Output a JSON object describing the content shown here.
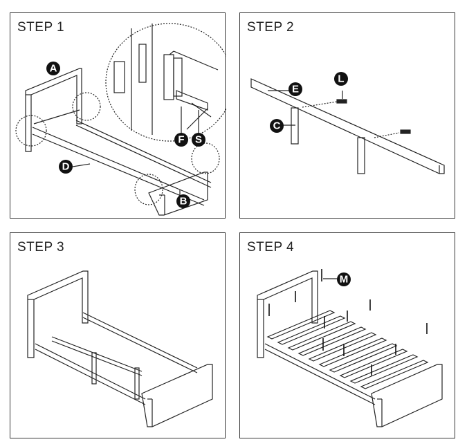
{
  "steps": [
    {
      "title": "STEP 1",
      "labels": {
        "a": "A",
        "b": "B",
        "d": "D",
        "f": "F",
        "s": "S"
      }
    },
    {
      "title": "STEP 2",
      "labels": {
        "e": "E",
        "l": "L",
        "c": "C"
      }
    },
    {
      "title": "STEP 3"
    },
    {
      "title": "STEP 4",
      "labels": {
        "m": "M"
      }
    }
  ]
}
